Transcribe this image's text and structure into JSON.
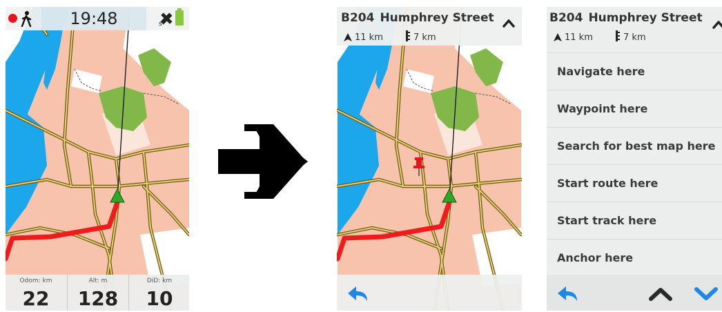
{
  "screen1": {
    "status": {
      "time": "19:48",
      "icons": [
        "record-icon",
        "hiker-icon",
        "satellite-icon",
        "battery-icon"
      ]
    },
    "dashboard": [
      {
        "label": "Odom: km",
        "value": "22"
      },
      {
        "label": "Alt: m",
        "value": "128"
      },
      {
        "label": "DiD: km",
        "value": "10"
      }
    ]
  },
  "transition": {
    "icon": "right-arrow-icon"
  },
  "screen2": {
    "header": {
      "road": "B204",
      "street": "Humphrey Street",
      "distance": "11 km",
      "track_distance": "7 km"
    },
    "marker": "pin-icon",
    "bottom": {
      "back_icon": "back-arrow-icon"
    }
  },
  "screen3": {
    "header": {
      "road": "B204",
      "street": "Humphrey Street",
      "distance": "11 km",
      "track_distance": "7 km"
    },
    "menu": [
      "Navigate here",
      "Waypoint here",
      "Search for best map here",
      "Start route here",
      "Start track here",
      "Anchor here"
    ],
    "bottom": {
      "icons": [
        "back-arrow-icon",
        "chevron-up-icon",
        "chevron-down-icon"
      ]
    }
  },
  "colors": {
    "water": "#1ca7ec",
    "park": "#82b84a",
    "urban": "#f7c3ac",
    "route": "#ee1c1c",
    "road": "#b69b2a",
    "accent_blue": "#1e88e5"
  }
}
